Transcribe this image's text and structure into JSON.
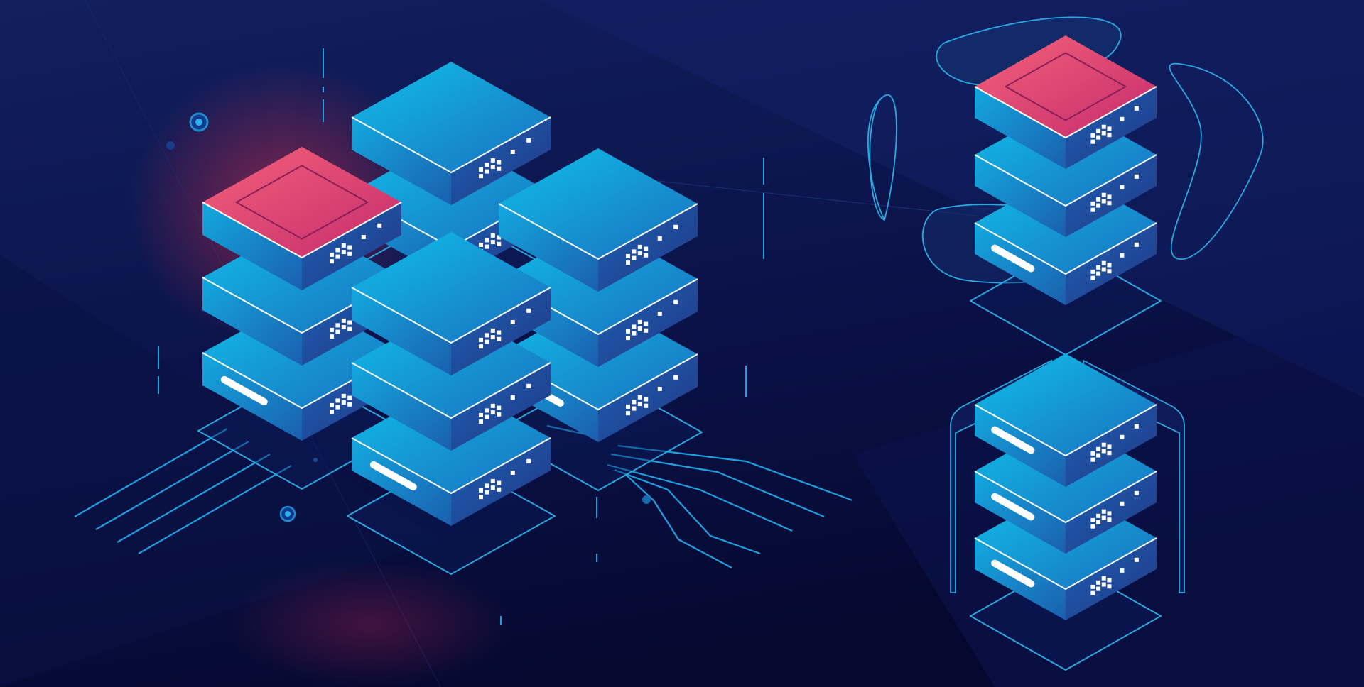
{
  "scene": {
    "palette": {
      "background_top": "#0f1e5a",
      "background_bottom": "#060a30",
      "cyan_top": "#12b3e6",
      "cyan_mid": "#1a78c2",
      "deep_blue": "#1c2f7c",
      "pink_top": "#f0596f",
      "pink_bottom": "#cb2f6b",
      "outline": "#2aa8e0",
      "highlight": "#ffffff",
      "glow_red": "#e0304a"
    },
    "subjects": [
      "server-stack-cluster",
      "highlighted-server-stack",
      "isolated-server-stack-top",
      "isolated-server-stack-bottom",
      "circuit-lines"
    ]
  }
}
